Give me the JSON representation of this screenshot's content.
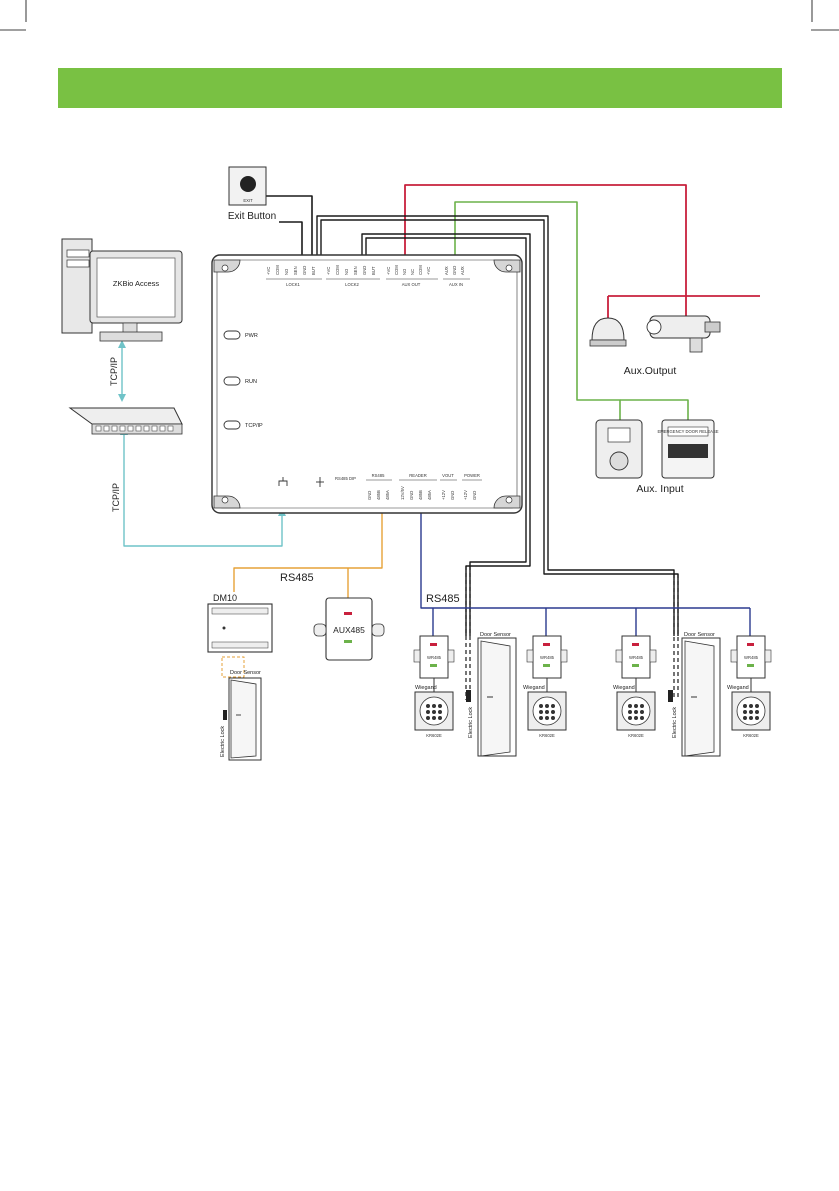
{
  "colors": {
    "header_band": "#79c143",
    "red_wire": "#c8203d",
    "green_wire": "#6cb24a",
    "blue_wire": "#2b3a8f",
    "orange_wire": "#e6a238",
    "teal_wire": "#6fc3c8",
    "black_wire": "#1a1a1a"
  },
  "header": {
    "text": ""
  },
  "exit_button": {
    "label": "Exit Button",
    "caption": "EXIT"
  },
  "pc": {
    "app_name": "ZKBio Access"
  },
  "links": {
    "tcp_upper": "TCP/IP",
    "tcp_lower": "TCP/IP"
  },
  "panel": {
    "terminals": {
      "lock1": {
        "title": "LOCK1",
        "pins": [
          "+VC",
          "COM",
          "NO",
          "SEN",
          "GND",
          "BUT"
        ]
      },
      "lock2": {
        "title": "LOCK2",
        "pins": [
          "+VC",
          "COM",
          "NO",
          "SEN",
          "GND",
          "BUT"
        ]
      },
      "aux_out": {
        "title": "AUX OUT",
        "pins": [
          "+VC",
          "COM",
          "NO",
          "NC",
          "COM",
          "+VC"
        ]
      },
      "aux_in": {
        "title": "AUX IN",
        "pins": [
          "AUX",
          "GND",
          "AUX"
        ]
      },
      "rs485": {
        "title": "RS485",
        "pins": [
          "GND",
          "485B",
          "485A"
        ]
      },
      "reader": {
        "title": "READER",
        "pins": [
          "12V/5V",
          "GND",
          "485B",
          "485A"
        ]
      },
      "vout": {
        "title": "VOUT",
        "pins": [
          "+12V",
          "GND"
        ]
      },
      "power": {
        "title": "POWER",
        "pins": [
          "+12V",
          "GND"
        ]
      }
    },
    "leds": [
      "PWR",
      "RUN",
      "TCP/IP"
    ],
    "rs485_dip": "RS485 DIP"
  },
  "aux_output": {
    "label": "Aux.Output"
  },
  "aux_input": {
    "label": "Aux. Input",
    "panel_text": "EMERGENCY DOOR RELEASE"
  },
  "rs485_labels": {
    "left": "RS485",
    "right": "RS485"
  },
  "dm10": {
    "label": "DM10"
  },
  "aux485": {
    "label": "AUX485"
  },
  "door_sensor": "Door Sensor",
  "electric_lock": "Electric Lock",
  "wr485": "WR485",
  "wiegand": "Wiegand",
  "keypad": "KR602E"
}
